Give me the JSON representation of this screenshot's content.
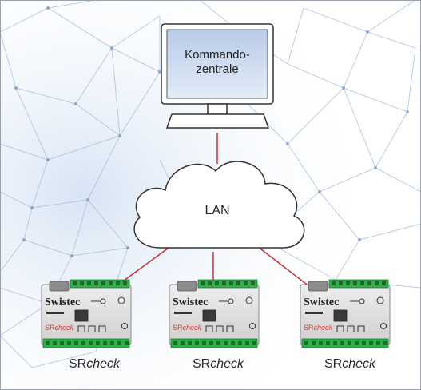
{
  "computer": {
    "label_line1": "Kommando-",
    "label_line2": "zentrale"
  },
  "cloud": {
    "label": "LAN"
  },
  "devices": [
    {
      "brand": "Swistec",
      "model_prefix": "SR",
      "model_suffix": "check",
      "caption_prefix": "SR",
      "caption_suffix": "check"
    },
    {
      "brand": "Swistec",
      "model_prefix": "SR",
      "model_suffix": "check",
      "caption_prefix": "SR",
      "caption_suffix": "check"
    },
    {
      "brand": "Swistec",
      "model_prefix": "SR",
      "model_suffix": "check",
      "caption_prefix": "SR",
      "caption_suffix": "check"
    }
  ],
  "colors": {
    "link": "#c8303c",
    "screen": "#c9d8ef",
    "network_lines": "#9fb3cc",
    "device_red_label": "#d23a3a"
  }
}
